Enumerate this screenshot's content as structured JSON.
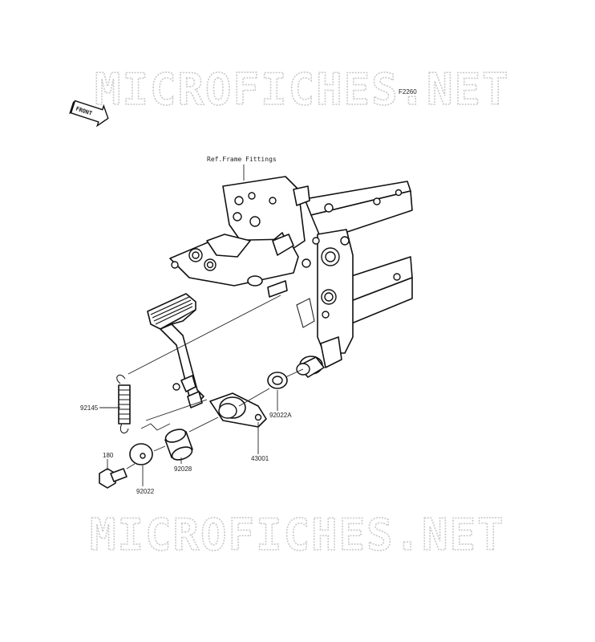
{
  "watermark": {
    "text_top": "MICROFICHES.NET",
    "text_bottom": "MICROFICHES.NET"
  },
  "figure_code": "F2260",
  "front_marker": "FRONT",
  "reference_label": "Ref.Frame Fittings",
  "callouts": [
    {
      "id": "92145"
    },
    {
      "id": "92022A"
    },
    {
      "id": "43001"
    },
    {
      "id": "180"
    },
    {
      "id": "92028"
    },
    {
      "id": "92022"
    }
  ]
}
